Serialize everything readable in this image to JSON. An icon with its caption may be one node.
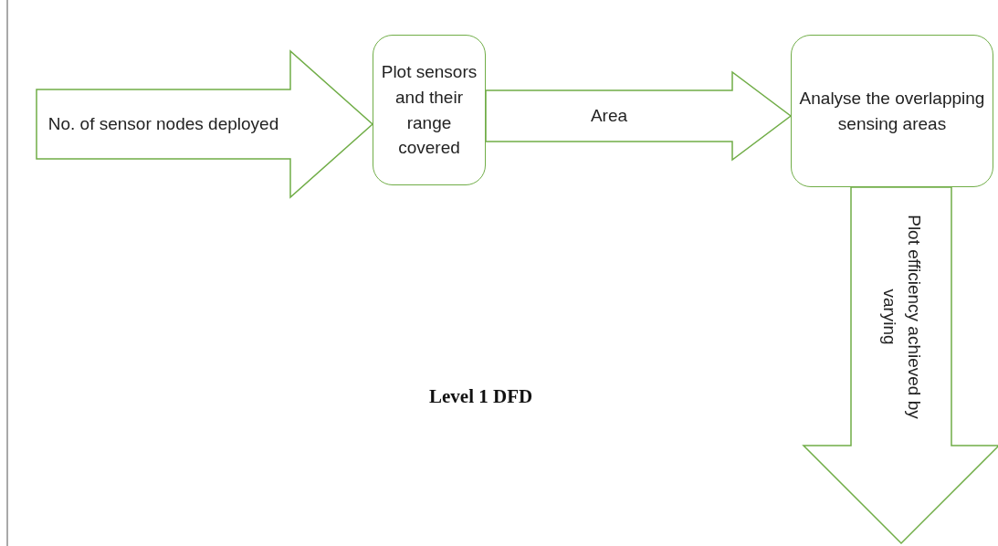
{
  "diagram": {
    "title": "Level 1 DFD",
    "nodes": [
      {
        "text": [
          "Plot sensors and their range covered"
        ]
      },
      {
        "text": [
          "Analyse the overlapping sensing areas"
        ]
      }
    ],
    "edges": [
      {
        "from": null,
        "to": 0,
        "arrow": "to",
        "label": "No. of sensor nodes deployed"
      },
      {
        "from": 0,
        "to": 1,
        "arrow": "to",
        "label": "Area"
      },
      {
        "from": 1,
        "to": null,
        "arrow": "to",
        "label": "Plot efficiency achieved by varying"
      }
    ]
  }
}
